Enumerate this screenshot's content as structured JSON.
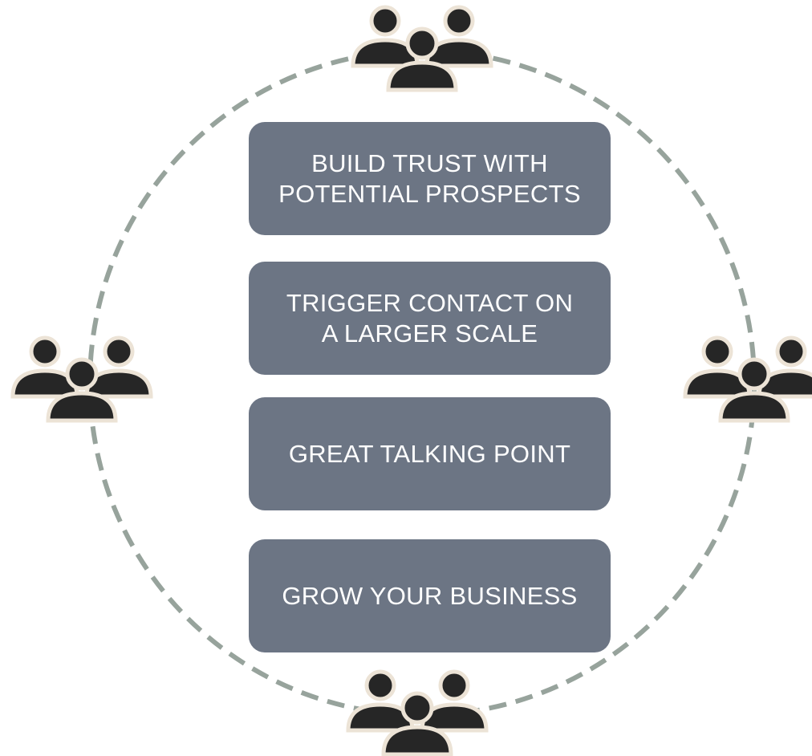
{
  "colors": {
    "background": "#ffffff",
    "box_fill": "#6c7584",
    "box_text": "#ffffff",
    "ring_stroke": "#97a39c",
    "icon_fill": "#262626",
    "icon_outline": "#ece3d6"
  },
  "boxes": [
    {
      "label": "BUILD TRUST WITH\nPOTENTIAL PROSPECTS"
    },
    {
      "label": "TRIGGER CONTACT ON\nA LARGER SCALE"
    },
    {
      "label": "GREAT TALKING POINT"
    },
    {
      "label": "GROW YOUR BUSINESS"
    }
  ],
  "icons": {
    "top": "people-group-icon",
    "left": "people-group-icon",
    "right": "people-group-icon",
    "bottom": "people-group-icon"
  }
}
